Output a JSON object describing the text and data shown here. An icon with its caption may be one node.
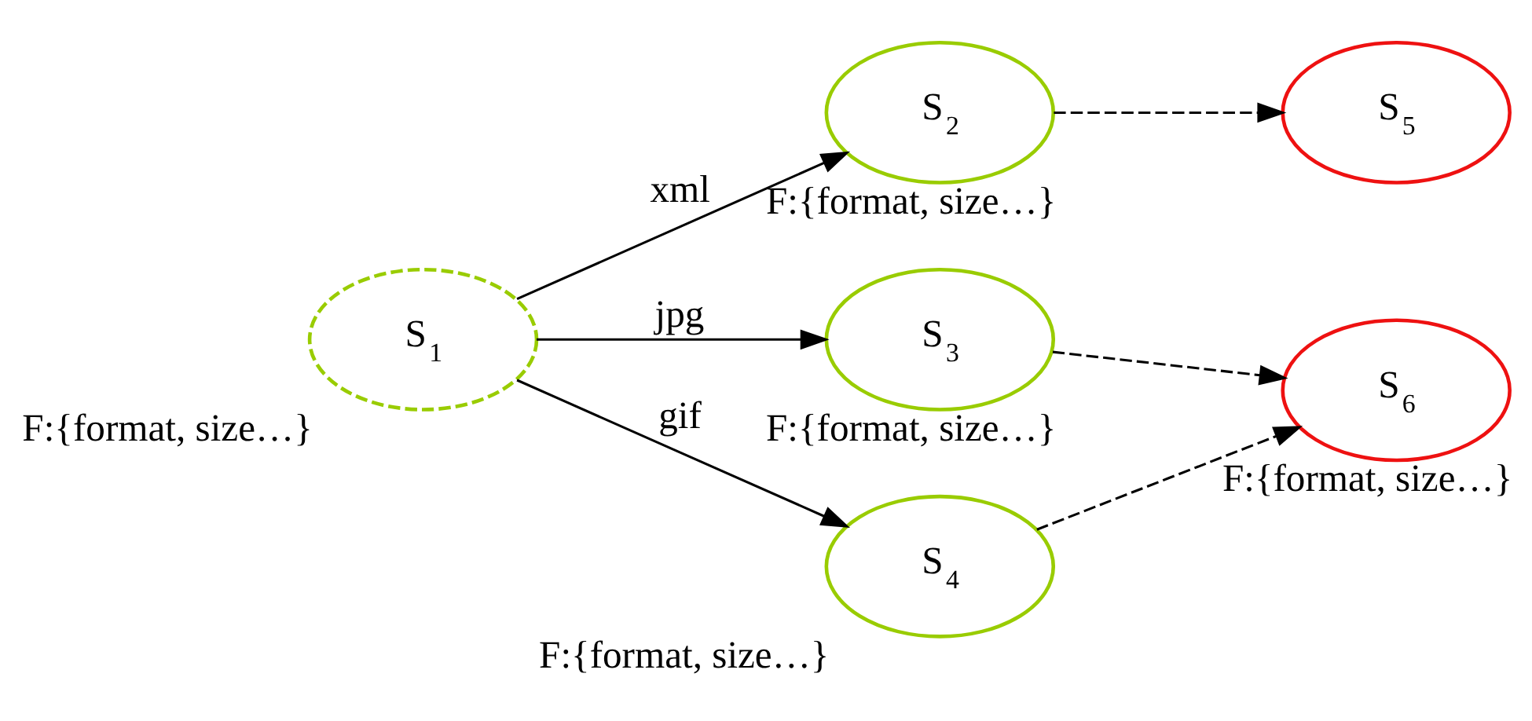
{
  "diagram": {
    "nodes": [
      {
        "text": [
          "S$_{1}$"
        ],
        "beside": [
          "F:{format, size…}"
        ]
      },
      {
        "text": [
          "S$_{2}$"
        ],
        "beside": [
          "F:{format, size…}"
        ]
      },
      {
        "text": [
          "S$_{3}$"
        ],
        "beside": [
          "F:{format, size…}"
        ]
      },
      {
        "text": [
          "S$_{4}$"
        ],
        "beside": [
          "F:{format, size…}"
        ]
      },
      {
        "text": [
          "S$_{5}$"
        ]
      },
      {
        "text": [
          "S$_{6}$"
        ],
        "beside": [
          "F:{format, size…}"
        ]
      }
    ],
    "edges": [
      {
        "from": 0,
        "to": 1,
        "arrow": "to",
        "label": "xml"
      },
      {
        "from": 0,
        "to": 2,
        "arrow": "to",
        "label": "jpg"
      },
      {
        "from": 0,
        "to": 3,
        "arrow": "to",
        "label": "gif"
      },
      {
        "from": 1,
        "to": 4,
        "arrow": "to",
        "style": "dashed"
      },
      {
        "from": 2,
        "to": 5,
        "arrow": "to",
        "style": "dashed"
      },
      {
        "from": 3,
        "to": 5,
        "arrow": "to",
        "style": "dashed"
      }
    ]
  }
}
